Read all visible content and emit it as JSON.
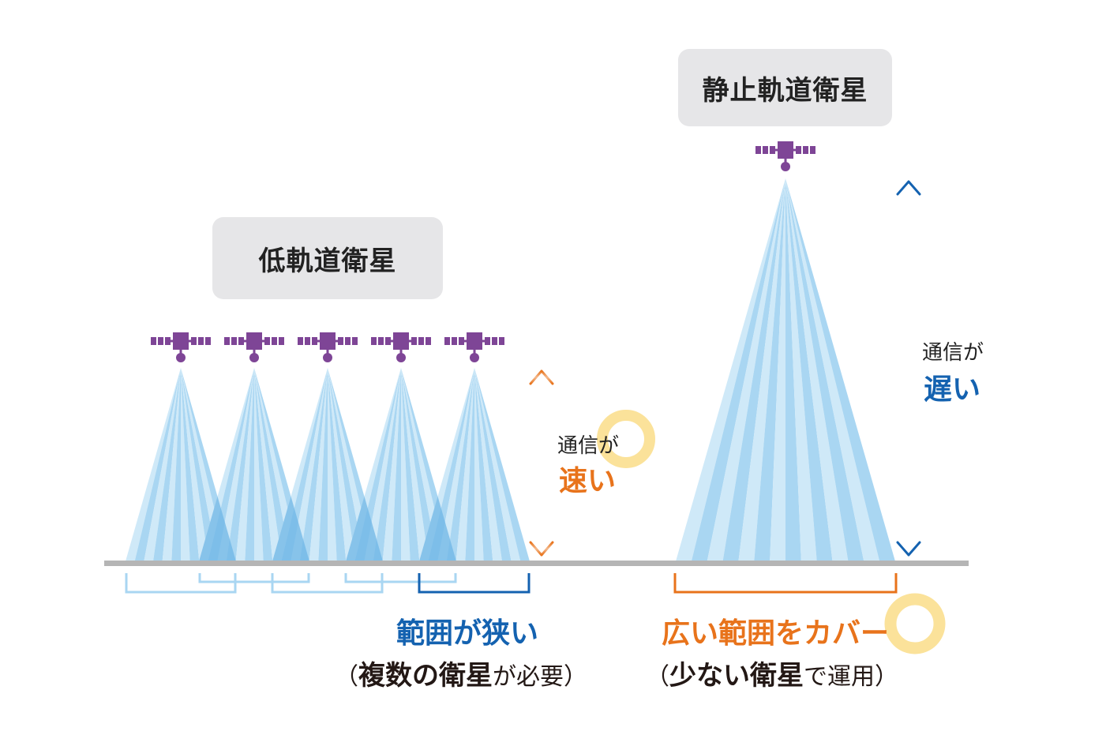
{
  "leo": {
    "title": "低軌道衛星",
    "speed_line1": "通信が",
    "speed_line2": "速い",
    "coverage_main": "範囲が狭い",
    "coverage_sub_open": "（",
    "coverage_sub_bold": "複数の衛星",
    "coverage_sub_normal": "が必要",
    "coverage_sub_close": "）"
  },
  "geo": {
    "title": "静止軌道衛星",
    "speed_line1": "通信が",
    "speed_line2": "遅い",
    "coverage_main": "広い範囲をカバー",
    "coverage_sub_open": "（",
    "coverage_sub_bold": "少ない衛星",
    "coverage_sub_normal": "で運用",
    "coverage_sub_close": "）"
  },
  "colors": {
    "satellite": "#7e4596",
    "beam_light": "#cfe9f8",
    "beam_mid": "#a9d6f2",
    "beam_overlap": "#6fb5e6",
    "ground": "#b5b5b5",
    "orange": "#e8731b",
    "blue": "#1462b0",
    "bracket_light": "#a9d6f2",
    "highlight_ring": "#fbe29a"
  },
  "icons": [
    "satellite-icon",
    "up-down-arrow-icon",
    "bracket-icon",
    "highlight-ring-icon"
  ]
}
